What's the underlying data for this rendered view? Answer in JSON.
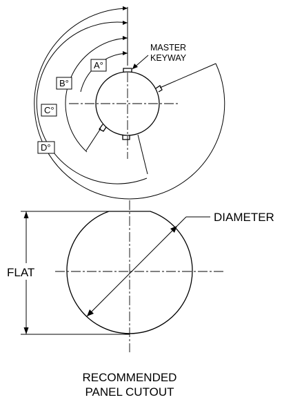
{
  "keyway_view": {
    "master_label_line1": "MASTER",
    "master_label_line2": "KEYWAY",
    "angles": [
      {
        "label": "A°"
      },
      {
        "label": "B°"
      },
      {
        "label": "C°"
      },
      {
        "label": "D°"
      }
    ]
  },
  "cutout_view": {
    "diameter_label": "DIAMETER",
    "flat_label": "FLAT",
    "caption_line1": "RECOMMENDED",
    "caption_line2": "PANEL CUTOUT"
  }
}
